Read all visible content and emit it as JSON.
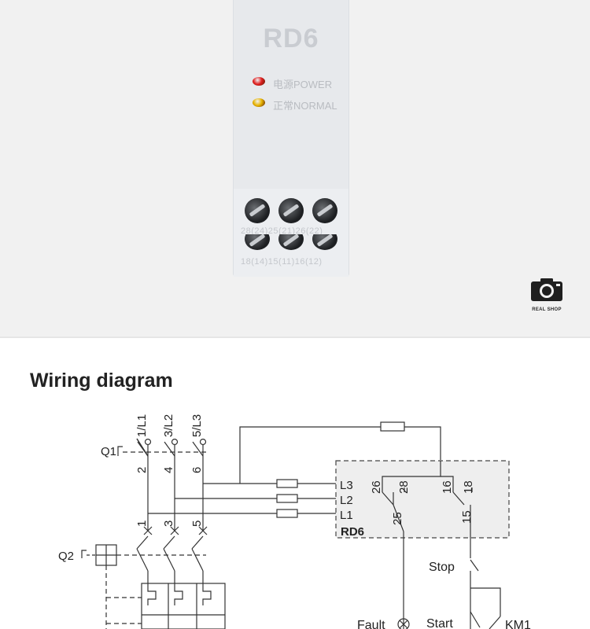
{
  "product": {
    "model": "RD6",
    "led_power_label": "电源POWER",
    "led_normal_label": "正常NORMAL",
    "led_power_color": "#e02020",
    "led_normal_color": "#e8b400",
    "terminals_top": "28(24)25(21)26(22)",
    "terminals_bottom": "18(14)15(11)16(12)"
  },
  "brand": {
    "label": "REAL SHOP",
    "icon": "camera-icon"
  },
  "diagram": {
    "title": "Wiring diagram",
    "breaker_q1": "Q1",
    "breaker_q2": "Q2",
    "phase_inputs": [
      "1/L1",
      "3/L2",
      "5/L3"
    ],
    "q1_bottom": [
      "2",
      "4",
      "6"
    ],
    "q2_top": [
      "1",
      "3",
      "5"
    ],
    "relay_lines": [
      "L3",
      "L2",
      "L1"
    ],
    "relay_name": "RD6",
    "relay_contacts": [
      "26",
      "28",
      "16",
      "18",
      "25",
      "15"
    ],
    "stop_label": "Stop",
    "start_label": "Start",
    "fault_label": "Fault",
    "contactor_label": "KM1"
  }
}
